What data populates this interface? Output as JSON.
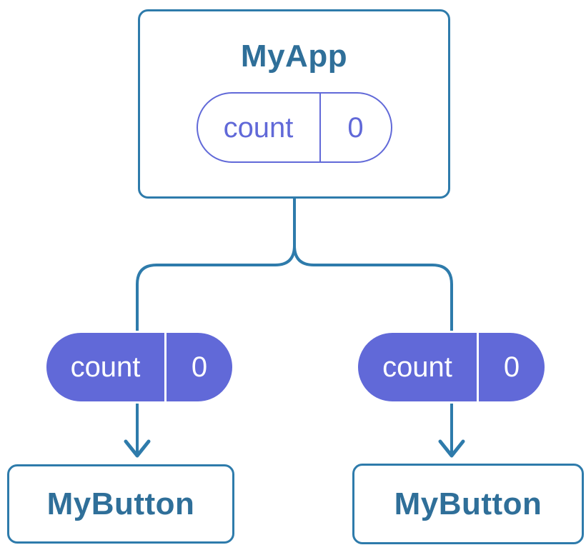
{
  "colors": {
    "bg": "#ffffff",
    "stroke-blue": "#2e7bab",
    "text-blue": "#2f6f99",
    "purple": "#6169d8",
    "card-bg": "#ffffff",
    "pill-filled-text": "#ffffff"
  },
  "tree": {
    "root": {
      "title": "MyApp",
      "state": {
        "label": "count",
        "value": "0"
      }
    },
    "children": [
      {
        "title": "MyButton",
        "prop": {
          "label": "count",
          "value": "0"
        }
      },
      {
        "title": "MyButton",
        "prop": {
          "label": "count",
          "value": "0"
        }
      }
    ]
  }
}
